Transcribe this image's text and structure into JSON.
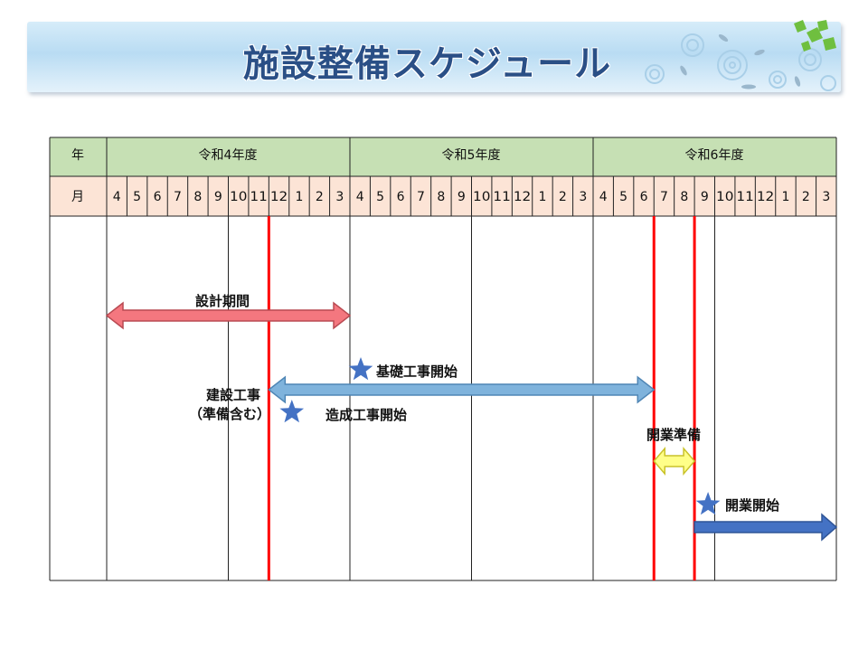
{
  "title": "施設整備スケジュール",
  "colors": {
    "year_row": "#c6e0b4",
    "month_row": "#fce4d6",
    "milestone_line": "#ff0000",
    "design_arrow": "#f4777f",
    "construction_arrow": "#7fb3dc",
    "opening_prep_arrow": "#ffff88",
    "opening_arrow": "#4472c4",
    "star": "#4472c4"
  },
  "table": {
    "year_header": "年",
    "month_header": "月",
    "years": [
      "令和4年度",
      "令和5年度",
      "令和6年度"
    ],
    "months": [
      "4",
      "5",
      "6",
      "7",
      "8",
      "9",
      "10",
      "11",
      "12",
      "1",
      "2",
      "3"
    ]
  },
  "chart_data": {
    "type": "gantt",
    "bars": [
      {
        "label": "設計期間",
        "start": "令和4年度 4月",
        "end": "令和4年度 3月",
        "style": "double-arrow"
      },
      {
        "label": "建設工事",
        "sublabel": "（準備含む）",
        "start": "令和4年度 12月",
        "end": "令和6年度 6月",
        "style": "double-arrow"
      },
      {
        "label": "開業準備",
        "start": "令和6年度 7月",
        "end": "令和6年度 8月",
        "style": "double-arrow"
      },
      {
        "label": "",
        "start": "令和6年度 9月",
        "end": "令和6年度 3月",
        "style": "arrow-right"
      }
    ],
    "milestones": [
      {
        "label": "基礎工事開始",
        "at": "令和5年度 4月"
      },
      {
        "label": "造成工事開始",
        "at": "令和4年度 1月"
      },
      {
        "label": "開業開始",
        "at": "令和6年度 9月"
      }
    ],
    "vertical_lines": [
      "令和4年度 12月",
      "令和6年度 7月",
      "令和6年度 9月"
    ]
  }
}
